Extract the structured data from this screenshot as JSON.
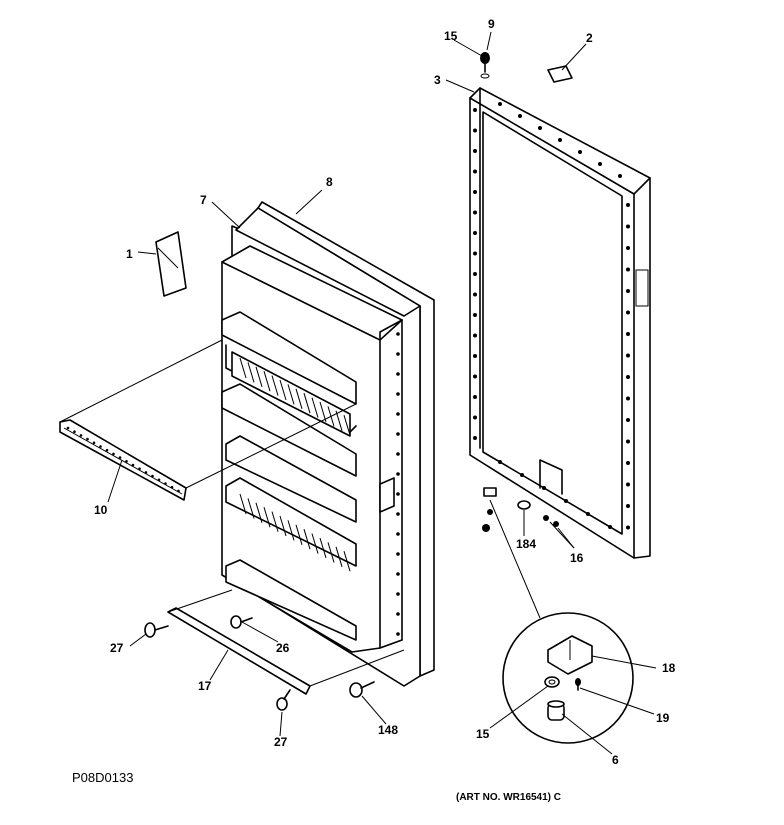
{
  "drawing_number": "P08D0133",
  "art_number": "(ART NO. WR16541) C",
  "callouts": {
    "c9": "9",
    "c15_top": "15",
    "c2": "2",
    "c3": "3",
    "c8": "8",
    "c7": "7",
    "c1": "1",
    "c10": "10",
    "c184": "184",
    "c16": "16",
    "c18": "18",
    "c19": "19",
    "c15_detail": "15",
    "c6": "6",
    "c27_left": "27",
    "c26": "26",
    "c17": "17",
    "c27_bottom": "27",
    "c148": "148"
  }
}
